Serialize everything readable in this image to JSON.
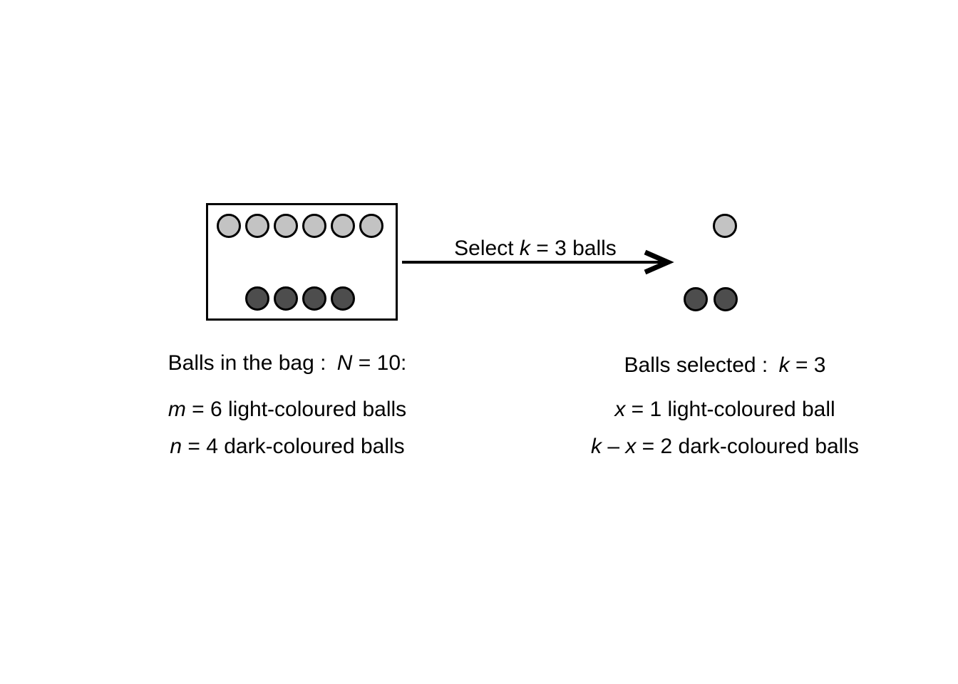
{
  "diagram": {
    "arrow_label": {
      "pre": "Select ",
      "var": "k",
      "post": " = 3 balls"
    },
    "bag": {
      "title": {
        "pre": "Balls in the bag : ",
        "var": "N",
        "post": " = 10:"
      },
      "light_line": {
        "var": "m",
        "post": " = 6 light-coloured balls"
      },
      "dark_line": {
        "var": "n",
        "post": " = 4 dark-coloured balls"
      }
    },
    "selected": {
      "title": {
        "pre": "Balls selected : ",
        "var": "k",
        "post": " = 3"
      },
      "light_line": {
        "var": "x",
        "post": " = 1 light-coloured ball"
      },
      "dark_line": {
        "var1": "k",
        "mid": " – ",
        "var2": "x",
        "post": " = 2 dark-coloured balls"
      }
    },
    "colors": {
      "light_ball": "#c3c3c3",
      "dark_ball": "#4d4d4d",
      "outline": "#000000",
      "background": "#ffffff"
    }
  },
  "balls": {
    "bag_light": {
      "count": 6,
      "color": "light_ball"
    },
    "bag_dark": {
      "count": 4,
      "color": "dark_ball"
    },
    "selected_light": {
      "count": 1,
      "color": "light_ball"
    },
    "selected_dark": {
      "count": 2,
      "color": "dark_ball"
    }
  }
}
